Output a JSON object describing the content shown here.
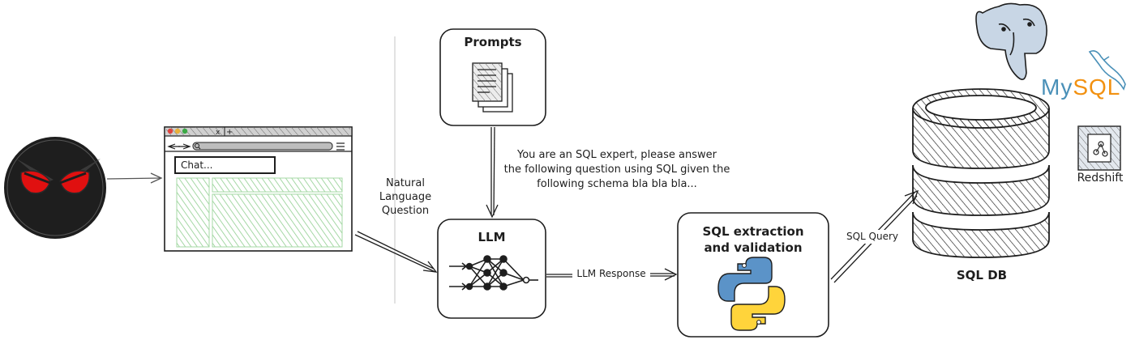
{
  "browser": {
    "input_placeholder": "Chat..."
  },
  "edges": {
    "nl_question": [
      "Natural",
      "Language",
      "Question"
    ],
    "prompt_text": [
      "You are an SQL expert, please answer",
      "the following question using SQL given the",
      "following schema bla bla bla..."
    ],
    "llm_response": "LLM Response",
    "sql_query": "SQL Query"
  },
  "nodes": {
    "prompts": "Prompts",
    "llm": "LLM",
    "sql_extraction": [
      "SQL extraction",
      "and validation"
    ],
    "sql_db": "SQL DB"
  },
  "logos": {
    "mysql": "MySQL",
    "redshift": "Redshift"
  },
  "colors": {
    "stroke": "#1e1e1e",
    "grid_green": "#8fce8f",
    "eye_red": "#e01010",
    "python_blue": "#5b93c8",
    "python_yellow": "#ffd43b",
    "mysql_blue": "#4a90b8",
    "mysql_orange": "#f29111",
    "traffic_red": "#e0443e",
    "traffic_yellow": "#e8b03a",
    "traffic_green": "#3aa845"
  }
}
